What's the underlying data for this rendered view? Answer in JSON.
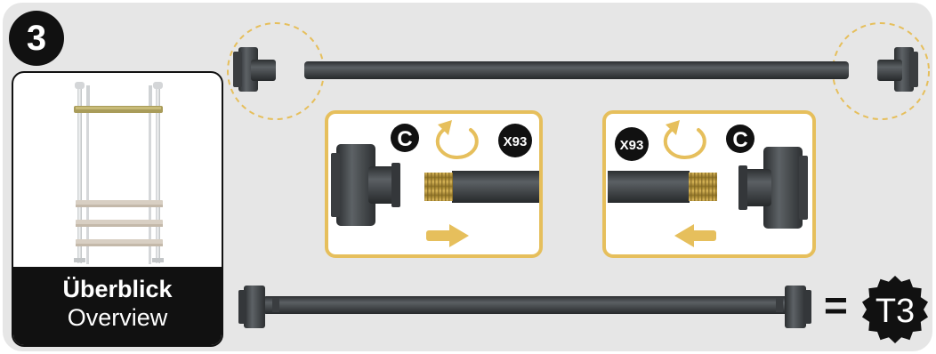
{
  "step": {
    "number": "3"
  },
  "overview": {
    "title_de": "Überblick",
    "title_en": "Overview"
  },
  "left_detail": {
    "part_code": "C",
    "screw_code": "X93"
  },
  "right_detail": {
    "part_code": "C",
    "screw_code": "X93"
  },
  "result": {
    "equals": "=",
    "assembly_code": "T3"
  },
  "colors": {
    "accent": "#e6bf5c",
    "pipe": "#3f4346",
    "thread": "#c9a64a",
    "panel": "#e6e6e6",
    "ink": "#111111"
  }
}
